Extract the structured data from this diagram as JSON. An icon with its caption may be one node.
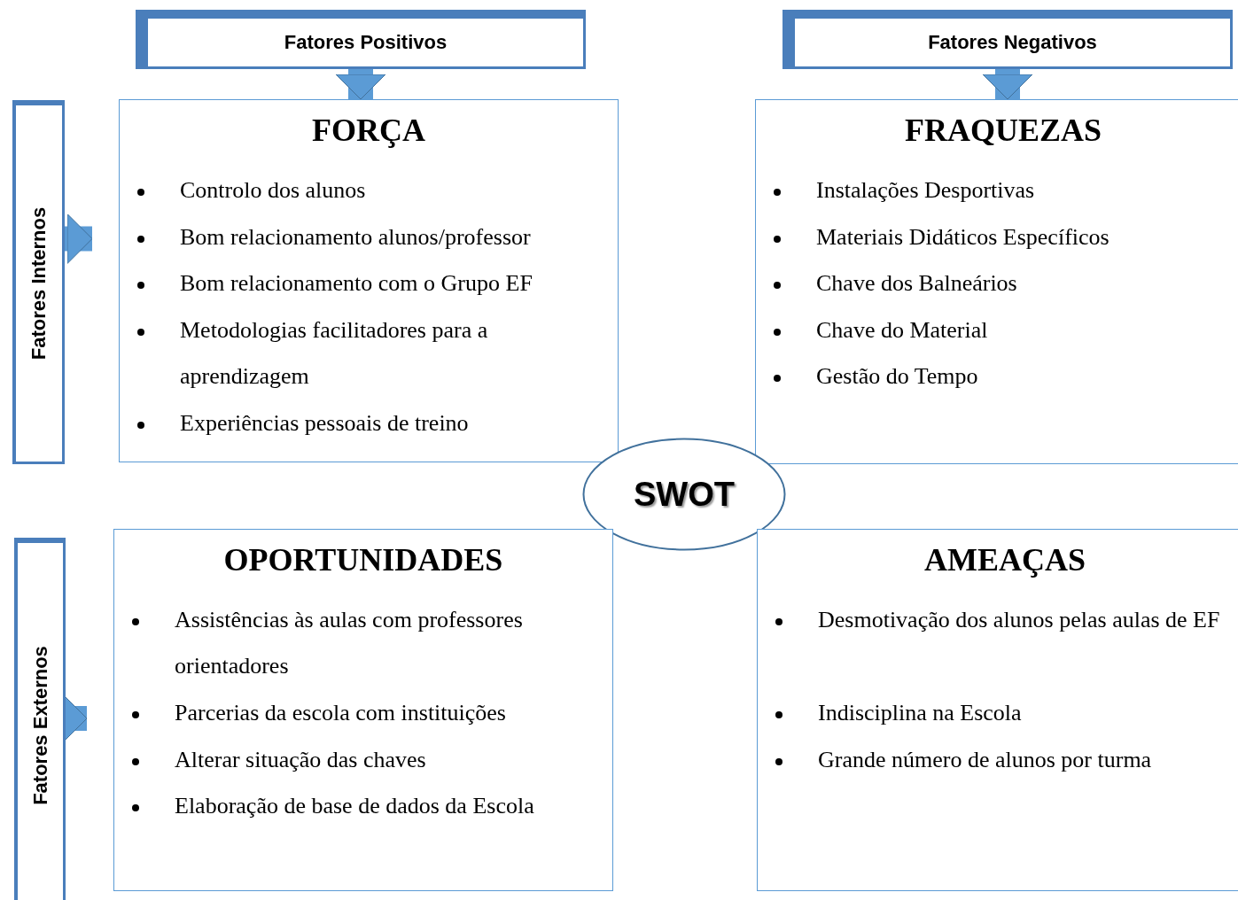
{
  "diagram": {
    "nodes": [
      {
        "text": [
          "Fatores Positivos"
        ]
      },
      {
        "text": [
          "Fatores Negativos"
        ]
      },
      {
        "text": [
          "Fatores Internos"
        ]
      },
      {
        "text": [
          "FORÇA",
          "Controlo dos alunos",
          "Bom relacionamento alunos/professor",
          "Bom relacionamento com o Grupo EF",
          "Metodologias facilitadores para a aprendizagem",
          "Experiências pessoais de treino"
        ]
      },
      {
        "text": [
          "FRAQUEZAS",
          "Instalações Desportivas",
          "Materiais Didáticos Específicos",
          "Chave dos Balneários",
          "Chave do Material",
          "Gestão do Tempo"
        ]
      },
      {
        "text": [
          "SWOT"
        ]
      },
      {
        "text": [
          "Fatores Externos"
        ]
      },
      {
        "text": [
          "OPORTUNIDADES",
          "Assistências às aulas com professores orientadores",
          "Parcerias da escola com instituições",
          "Alterar situação das chaves",
          "Elaboração de base de dados da Escola"
        ]
      },
      {
        "text": [
          "AMEAÇAS",
          "Desmotivação dos alunos pelas aulas de EF",
          "Indisciplina na Escola",
          "Grande número de alunos por turma"
        ]
      }
    ],
    "edges": [
      {
        "from": 0,
        "to": 3,
        "arrow": "to"
      },
      {
        "from": 1,
        "to": 4,
        "arrow": "to"
      },
      {
        "from": 2,
        "to": 3,
        "arrow": "to"
      },
      {
        "from": 6,
        "to": 7,
        "arrow": "to"
      }
    ]
  }
}
